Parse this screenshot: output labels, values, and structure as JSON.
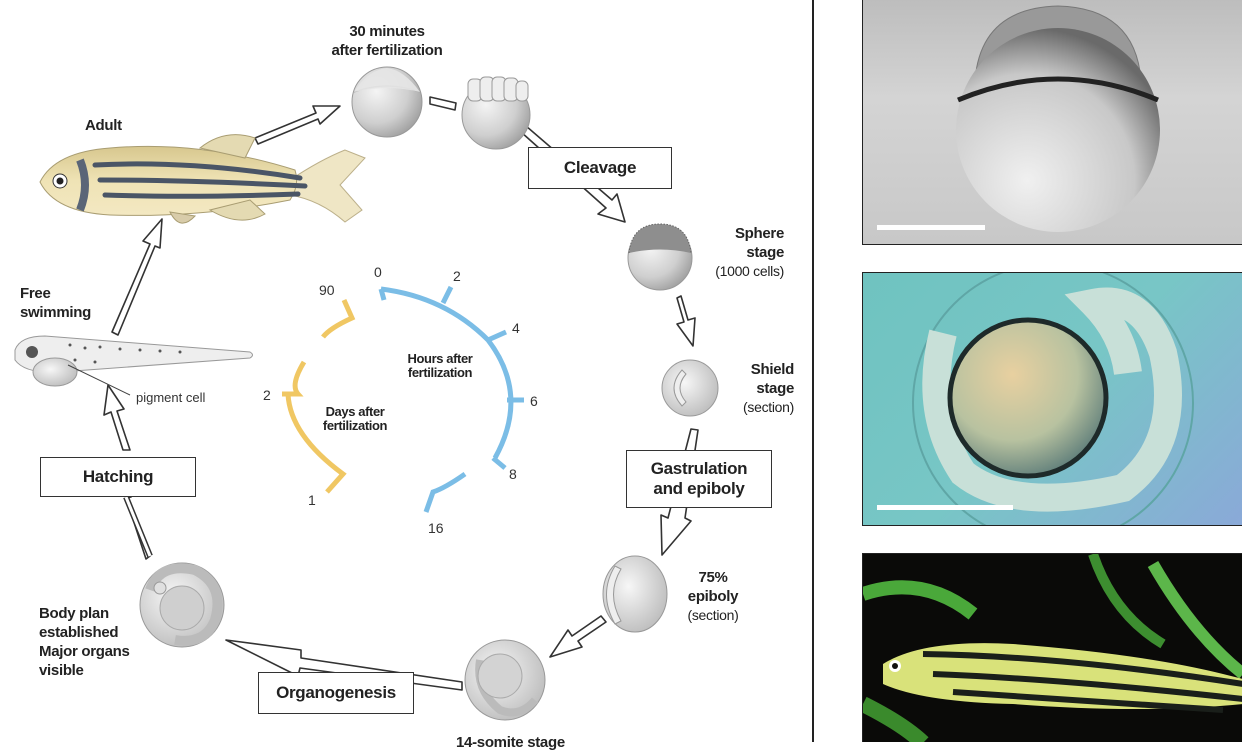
{
  "stages": {
    "fertilization": "30 minutes\nafter fertilization",
    "adult": "Adult",
    "free_swimming": "Free\nswimming",
    "pigment_cell": "pigment cell",
    "sphere_title": "Sphere\nstage",
    "sphere_sub": "(1000 cells)",
    "shield_title": "Shield\nstage",
    "shield_sub": "(section)",
    "epiboly75_title": "75%\nepiboly",
    "epiboly75_sub": "(section)",
    "body_plan": "Body plan\nestablished\nMajor organs\nvisible",
    "somite": "14-somite stage"
  },
  "process_boxes": {
    "cleavage": "Cleavage",
    "gastrulation": "Gastrulation\nand epiboly",
    "organogenesis": "Organogenesis",
    "hatching": "Hatching"
  },
  "clock": {
    "hours_title": "Hours after\nfertilization",
    "days_title": "Days after\nfertilization",
    "hour_ticks": [
      "0",
      "2",
      "4",
      "6",
      "8",
      "16"
    ],
    "day_ticks": [
      "1",
      "2",
      "90"
    ],
    "hours_color": "#8fc8ea",
    "days_color": "#f2cf78"
  },
  "colors": {
    "fish_body": "#e8d9a4",
    "fish_stripe": "#4a5566",
    "embryo_gray": "#cfcfcf"
  }
}
